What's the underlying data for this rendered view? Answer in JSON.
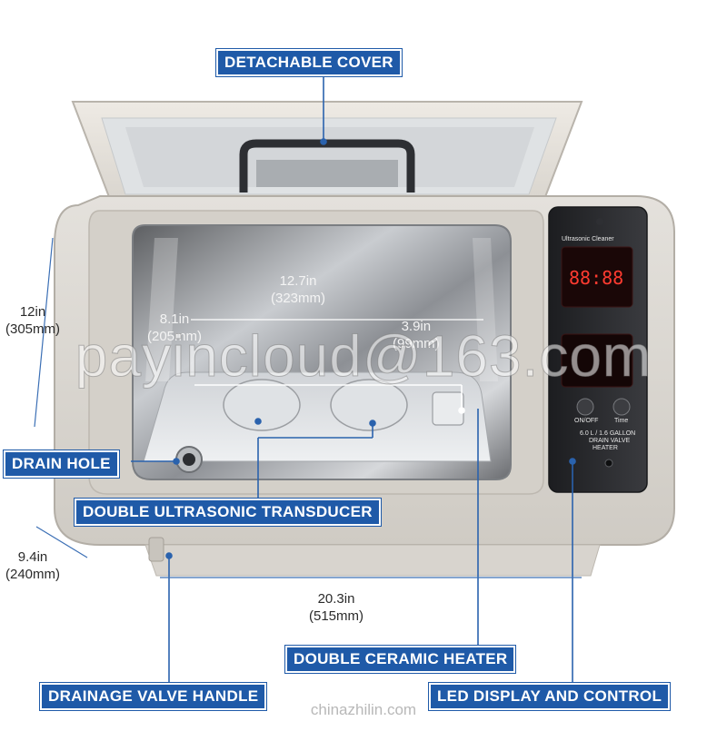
{
  "labels": {
    "cover": "DETACHABLE COVER",
    "drain_hole": "DRAIN HOLE",
    "transducer": "DOUBLE ULTRASONIC TRANSDUCER",
    "heater": "DOUBLE CERAMIC HEATER",
    "valve_handle": "DRAINAGE VALVE HANDLE",
    "led": "LED DISPLAY AND CONTROL"
  },
  "dimensions": {
    "tank_length": {
      "in": "12.7in",
      "mm": "(323mm)"
    },
    "tank_width": {
      "in": "8.1in",
      "mm": "(205mm)"
    },
    "tank_depth": {
      "in": "3.9in",
      "mm": "(99mm)"
    },
    "height": {
      "in": "12in",
      "mm": "(305mm)"
    },
    "depth": {
      "in": "9.4in",
      "mm": "(240mm)"
    },
    "width": {
      "in": "20.3in",
      "mm": "(515mm)"
    }
  },
  "panel": {
    "title": "Ultrasonic Cleaner",
    "display_top": "88:88",
    "on_off": "ON/OFF",
    "time": "Time",
    "capacity": "6.0 L / 1.6 GALLON",
    "drain_valve": "DRAIN VALVE",
    "heater": "HEATER"
  },
  "watermark": "payincloud@163.com",
  "source": "chinazhilin.com"
}
